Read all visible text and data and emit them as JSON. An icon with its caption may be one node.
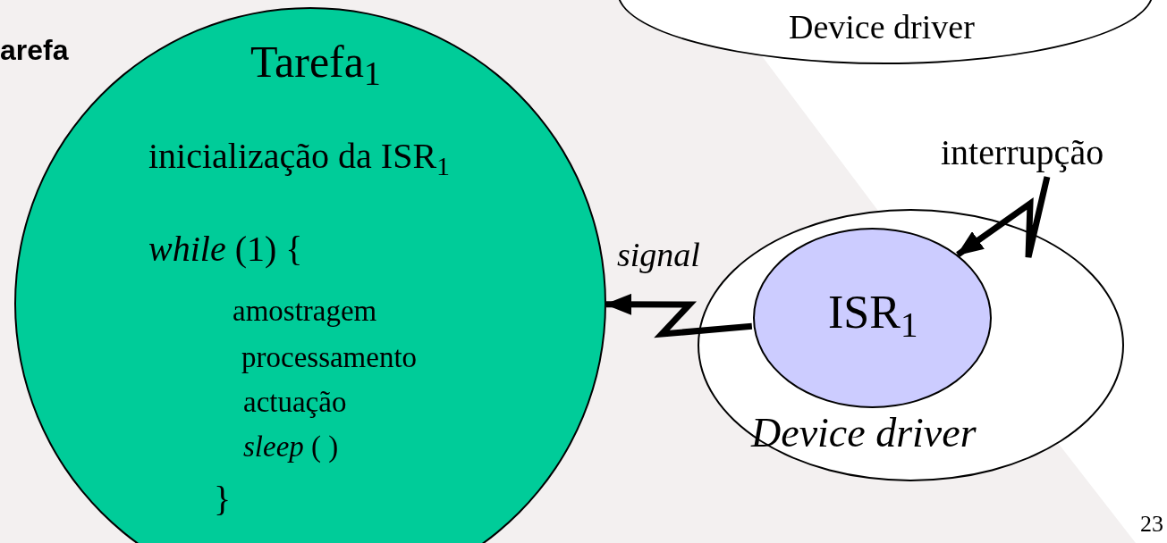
{
  "diagram": {
    "nodes": [
      {
        "text": [
          "Tarefa$_{1}$",
          "inicialização da ISR$_{1}$",
          "*while* (1) {",
          "amostragem",
          "processamento",
          "actuação",
          "*sleep* ( )",
          "}"
        ]
      },
      {
        "text": [
          "Device driver"
        ]
      },
      {
        "text": [
          "ISR$_{1}$"
        ],
        "in": 1
      },
      {
        "text": [
          "interrupção"
        ]
      },
      {
        "text": [
          "Device driver"
        ]
      }
    ],
    "edges": [
      {
        "from": 2,
        "to": 0,
        "arrow": "to",
        "label": "signal"
      },
      {
        "from": 3,
        "to": 2,
        "arrow": "to"
      }
    ],
    "labels": [
      "arefa",
      "23"
    ]
  }
}
